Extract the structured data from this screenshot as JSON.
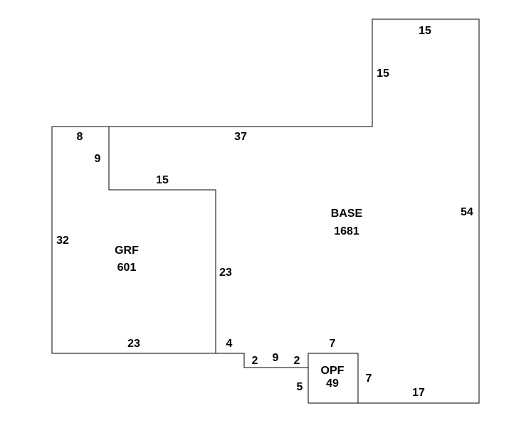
{
  "colors": {
    "background": "#ffffff",
    "line": "#000000",
    "text": "#000000"
  },
  "areas": {
    "base": {
      "name": "BASE",
      "size": "1681"
    },
    "grf": {
      "name": "GRF",
      "size": "601"
    },
    "opf": {
      "name": "OPF",
      "size": "49"
    }
  },
  "dimensions": {
    "top_tower_width": "15",
    "tower_left_height": "15",
    "top_run": "37",
    "grf_top_left": "8",
    "grf_notch_height": "9",
    "grf_notch_width": "15",
    "right_side": "54",
    "grf_left_side": "32",
    "grf_right_side": "23",
    "grf_bottom": "23",
    "step_down": "4",
    "jog_left": "2",
    "jog_run": "9",
    "jog_right": "2",
    "opf_top": "7",
    "opf_side": "7",
    "opf_left": "5",
    "bottom_right": "17"
  }
}
